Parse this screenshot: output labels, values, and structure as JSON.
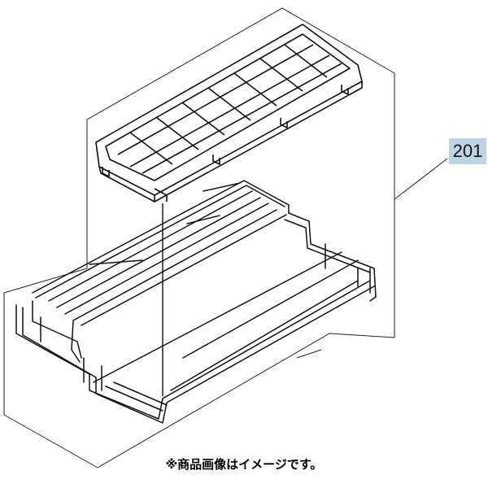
{
  "callout": {
    "part_number": "201"
  },
  "caption": {
    "text": "※商品画像はイメージです。"
  },
  "colors": {
    "label_bg": "#bcd4e6",
    "line": "#222222"
  },
  "diagram": {
    "parts": [
      "upper-tray",
      "wire-rack",
      "assembly-boundary"
    ]
  }
}
